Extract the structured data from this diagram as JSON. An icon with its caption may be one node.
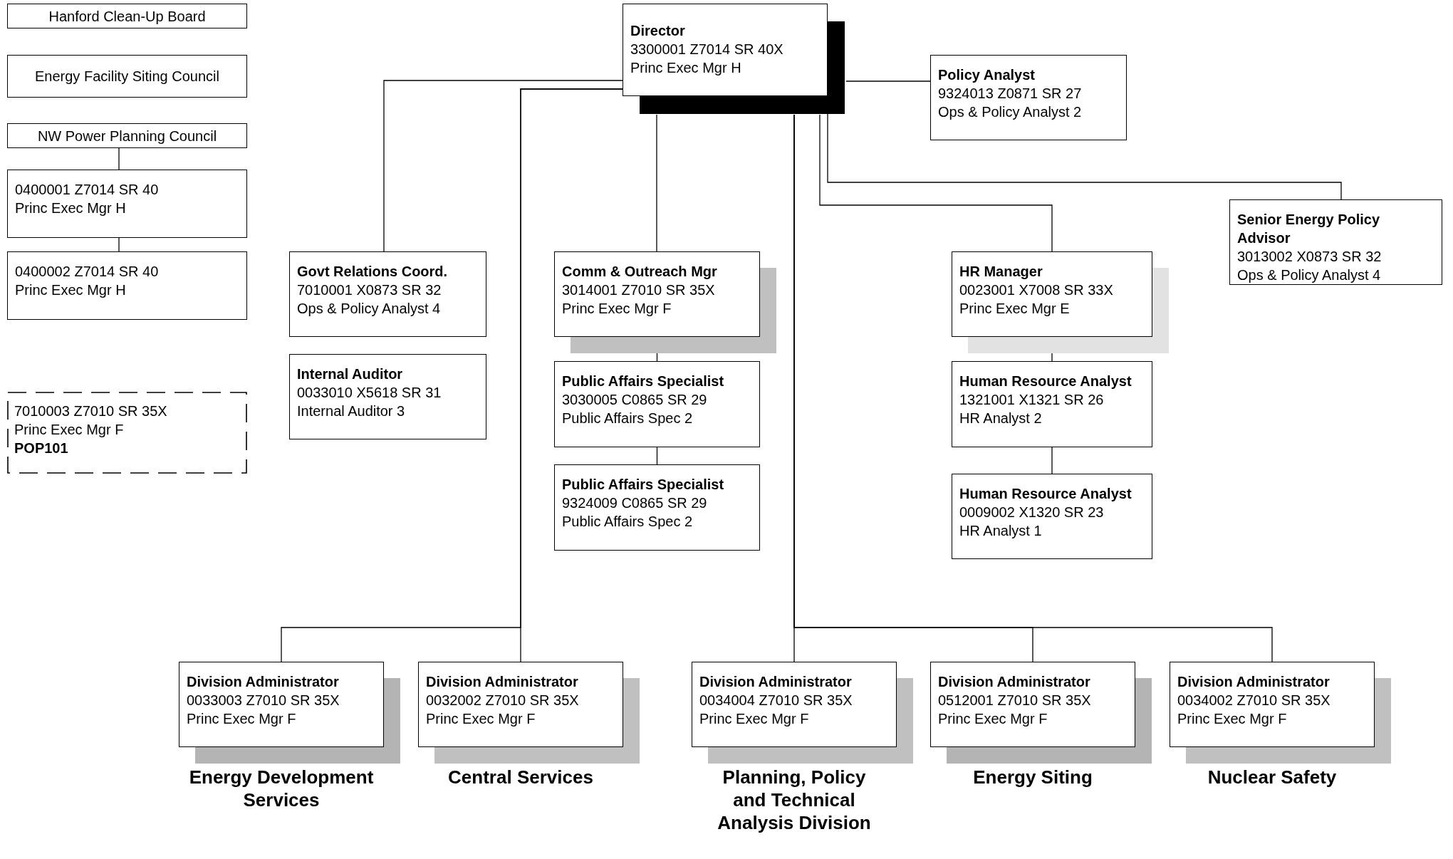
{
  "diagram": {
    "nodes": [
      {
        "text": [
          "Hanford Clean-Up Board"
        ]
      },
      {
        "text": [
          "Energy Facility Siting Council"
        ]
      },
      {
        "text": [
          "NW Power Planning Council"
        ]
      },
      {
        "text": [
          "0400001 Z7014 SR 40",
          "Princ Exec Mgr H"
        ]
      },
      {
        "text": [
          "0400002 Z7014 SR 40",
          "Princ Exec Mgr H"
        ]
      },
      {
        "text": [
          "7010003 Z7010 SR 35X",
          "Princ Exec Mgr F",
          "POP101"
        ]
      },
      {
        "text": [
          "Director",
          "3300001 Z7014 SR 40X",
          "Princ Exec Mgr H"
        ]
      },
      {
        "text": [
          "Policy Analyst",
          "9324013 Z0871 SR 27",
          "Ops & Policy Analyst 2"
        ]
      },
      {
        "text": [
          "Senior Energy Policy Advisor",
          "3013002 X0873 SR 32",
          "Ops & Policy Analyst 4"
        ]
      },
      {
        "text": [
          "Govt Relations Coord.",
          "7010001 X0873 SR 32",
          "Ops & Policy Analyst 4"
        ]
      },
      {
        "text": [
          "Internal Auditor",
          "0033010 X5618 SR 31",
          "Internal Auditor 3"
        ]
      },
      {
        "text": [
          "Comm & Outreach Mgr",
          "3014001 Z7010 SR 35X",
          "Princ Exec Mgr F"
        ]
      },
      {
        "text": [
          "Public Affairs Specialist",
          "3030005 C0865 SR 29",
          "Public Affairs Spec 2"
        ]
      },
      {
        "text": [
          "Public Affairs Specialist",
          "9324009 C0865 SR 29",
          "Public Affairs Spec 2"
        ]
      },
      {
        "text": [
          "HR Manager",
          "0023001 X7008 SR 33X",
          "Princ Exec Mgr E"
        ]
      },
      {
        "text": [
          "Human Resource Analyst",
          "1321001 X1321 SR 26",
          "HR Analyst 2"
        ]
      },
      {
        "text": [
          "Human Resource Analyst",
          "0009002 X1320 SR 23",
          "HR Analyst 1"
        ]
      },
      {
        "text": [
          "Division Administrator",
          "0033003 Z7010 SR 35X",
          "Princ Exec Mgr F"
        ],
        "beside": [
          "Energy Development Services"
        ]
      },
      {
        "text": [
          "Division Administrator",
          "0032002 Z7010 SR 35X",
          "Princ Exec Mgr F"
        ],
        "beside": [
          "Central Services"
        ]
      },
      {
        "text": [
          "Division Administrator",
          "0034004 Z7010 SR 35X",
          "Princ Exec Mgr F"
        ],
        "beside": [
          "Planning, Policy and Technical Analysis Division"
        ]
      },
      {
        "text": [
          "Division Administrator",
          "0512001 Z7010 SR 35X",
          "Princ Exec Mgr F"
        ],
        "beside": [
          "Energy Siting"
        ]
      },
      {
        "text": [
          "Division Administrator",
          "0034002 Z7010 SR 35X",
          "Princ Exec Mgr F"
        ],
        "beside": [
          "Nuclear Safety"
        ]
      }
    ],
    "edges": [
      {
        "from": 2,
        "to": 3,
        "arrow": "none"
      },
      {
        "from": 3,
        "to": 4,
        "arrow": "none"
      },
      {
        "from": 6,
        "to": 7,
        "arrow": "none"
      },
      {
        "from": 6,
        "to": 9,
        "arrow": "none"
      },
      {
        "from": 6,
        "to": 11,
        "arrow": "none"
      },
      {
        "from": 6,
        "to": 14,
        "arrow": "none"
      },
      {
        "from": 6,
        "to": 8,
        "arrow": "none"
      },
      {
        "from": 6,
        "to": 17,
        "arrow": "none"
      },
      {
        "from": 6,
        "to": 18,
        "arrow": "none"
      },
      {
        "from": 6,
        "to": 19,
        "arrow": "none"
      },
      {
        "from": 6,
        "to": 20,
        "arrow": "none"
      },
      {
        "from": 6,
        "to": 21,
        "arrow": "none"
      },
      {
        "from": 11,
        "to": 12,
        "arrow": "none"
      },
      {
        "from": 12,
        "to": 13,
        "arrow": "none"
      },
      {
        "from": 14,
        "to": 15,
        "arrow": "none"
      },
      {
        "from": 15,
        "to": 16,
        "arrow": "none"
      }
    ]
  }
}
